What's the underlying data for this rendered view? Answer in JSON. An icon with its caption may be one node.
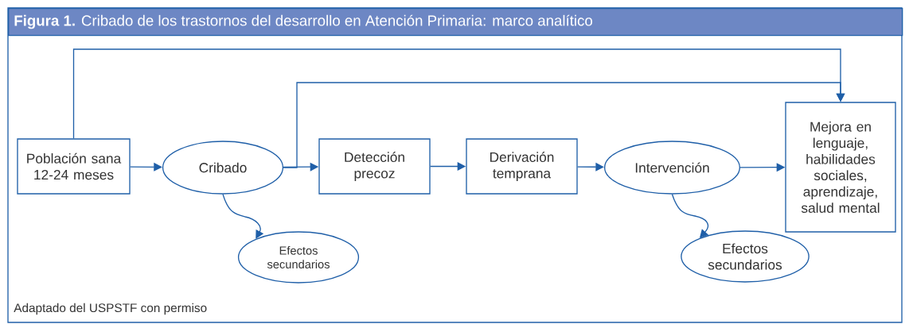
{
  "diagram": {
    "title": "**Figura 1.** Cribado de los trastornos del desarrollo en Atención Primaria: marco analítico",
    "caption": "Adaptado del USPSTF con permiso",
    "nodes": [
      {
        "text": [
          "Población sana 12-24 meses"
        ]
      },
      {
        "text": [
          "Cribado"
        ]
      },
      {
        "text": [
          "Detección precoz"
        ]
      },
      {
        "text": [
          "Derivación temprana"
        ]
      },
      {
        "text": [
          "Intervención"
        ]
      },
      {
        "text": [
          "Mejora en lenguaje, habilidades sociales, aprendizaje, salud mental"
        ]
      },
      {
        "text": [
          "Efectos secundarios"
        ]
      },
      {
        "text": [
          "Efectos secundarios"
        ]
      }
    ],
    "edges": [
      {
        "from": 0,
        "to": 1,
        "arrow": "to"
      },
      {
        "from": 1,
        "to": 2,
        "arrow": "to"
      },
      {
        "from": 2,
        "to": 3,
        "arrow": "to"
      },
      {
        "from": 3,
        "to": 4,
        "arrow": "to"
      },
      {
        "from": 4,
        "to": 5,
        "arrow": "to"
      },
      {
        "from": 0,
        "to": 5,
        "arrow": "to"
      },
      {
        "from": 1,
        "to": 5,
        "arrow": "to"
      },
      {
        "from": 1,
        "to": 6,
        "arrow": "to"
      },
      {
        "from": 4,
        "to": 7,
        "arrow": "to"
      }
    ]
  }
}
